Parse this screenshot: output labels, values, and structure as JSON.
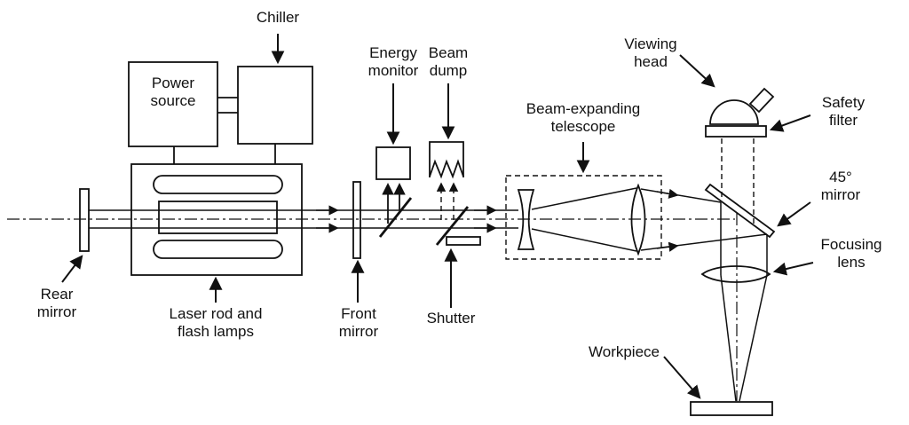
{
  "figure": {
    "colors": {
      "line": "#111111",
      "background": "#ffffff"
    }
  },
  "labels": {
    "chiller": "Chiller",
    "power_source": "Power\nsource",
    "energy_monitor": "Energy\nmonitor",
    "beam_dump": "Beam\ndump",
    "telescope": "Beam-expanding\ntelescope",
    "viewing_head": "Viewing\nhead",
    "safety_filter": "Safety\nfilter",
    "mirror_45": "45°\nmirror",
    "focusing_lens": "Focusing\nlens",
    "rear_mirror": "Rear\nmirror",
    "laser_rod": "Laser rod and\nflash lamps",
    "front_mirror": "Front\nmirror",
    "shutter": "Shutter",
    "workpiece": "Workpiece"
  }
}
